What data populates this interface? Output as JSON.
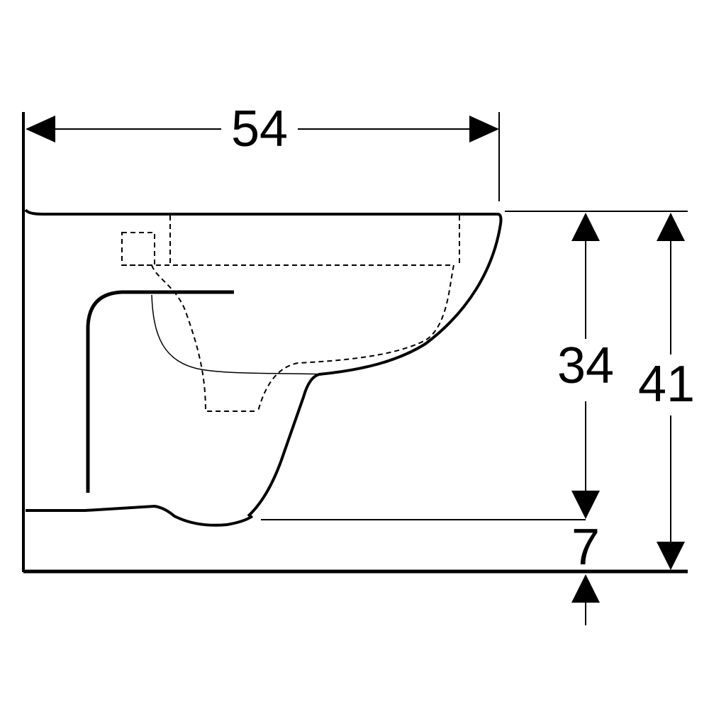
{
  "colors": {
    "stroke": "#000000",
    "background": "#ffffff"
  },
  "dimensions": {
    "width": "54",
    "bowl_height": "34",
    "total_height": "41",
    "floor_clearance": "7"
  }
}
